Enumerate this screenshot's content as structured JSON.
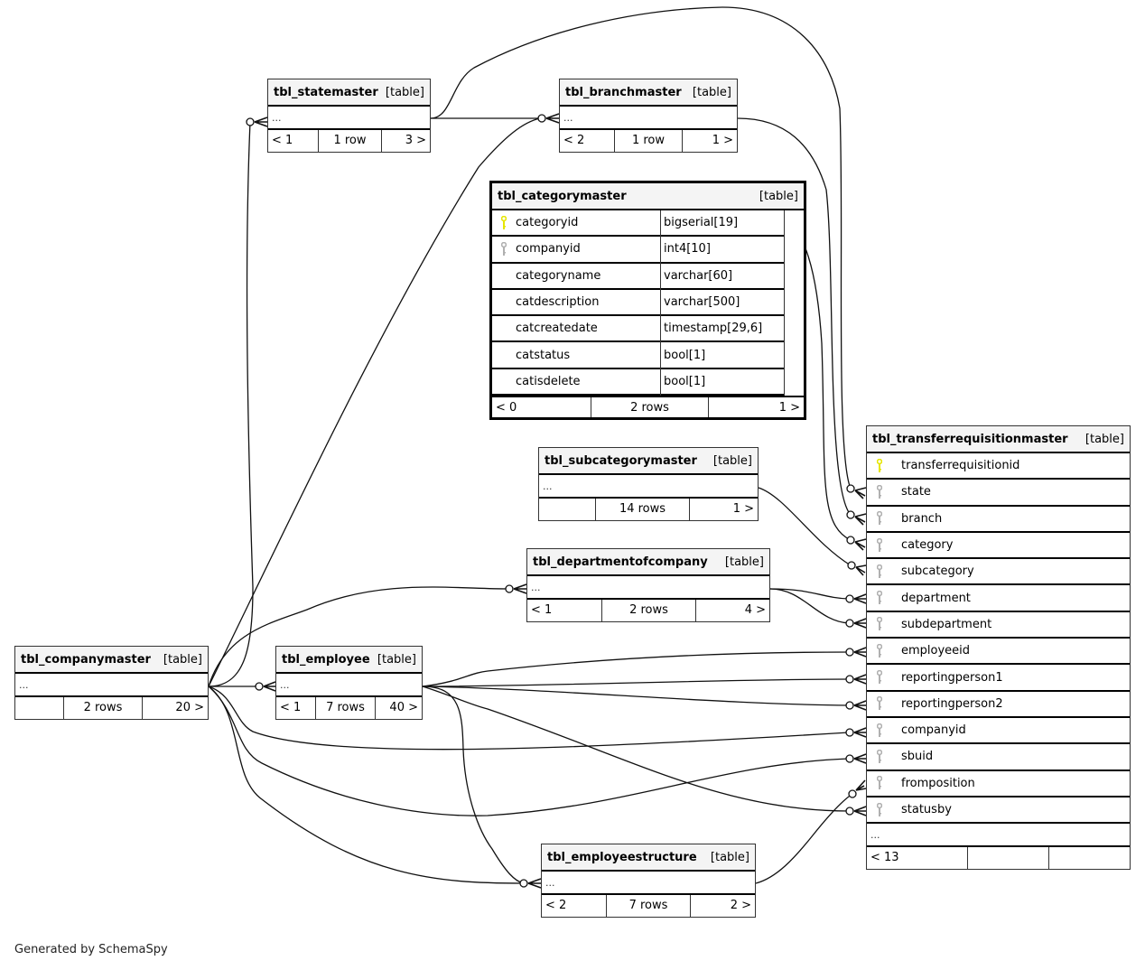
{
  "footer": {
    "generated_by": "Generated by SchemaSpy"
  },
  "tables": {
    "statemaster": {
      "name": "tbl_statemaster",
      "type": "[table]",
      "ellipsis": "...",
      "parents": "< 1",
      "rows": "1 row",
      "children": "3 >"
    },
    "branchmaster": {
      "name": "tbl_branchmaster",
      "type": "[table]",
      "ellipsis": "...",
      "parents": "< 2",
      "rows": "1 row",
      "children": "1 >"
    },
    "categorymaster": {
      "name": "tbl_categorymaster",
      "type": "[table]",
      "columns": [
        {
          "name": "categoryid",
          "datatype": "bigserial[19]",
          "key": "primary"
        },
        {
          "name": "companyid",
          "datatype": "int4[10]",
          "key": "foreign"
        },
        {
          "name": "categoryname",
          "datatype": "varchar[60]",
          "key": ""
        },
        {
          "name": "catdescription",
          "datatype": "varchar[500]",
          "key": ""
        },
        {
          "name": "catcreatedate",
          "datatype": "timestamp[29,6]",
          "key": ""
        },
        {
          "name": "catstatus",
          "datatype": "bool[1]",
          "key": ""
        },
        {
          "name": "catisdelete",
          "datatype": "bool[1]",
          "key": ""
        }
      ],
      "parents": "< 0",
      "rows": "2 rows",
      "children": "1 >"
    },
    "subcategorymaster": {
      "name": "tbl_subcategorymaster",
      "type": "[table]",
      "ellipsis": "...",
      "parents": "",
      "rows": "14 rows",
      "children": "1 >"
    },
    "departmentofcompany": {
      "name": "tbl_departmentofcompany",
      "type": "[table]",
      "ellipsis": "...",
      "parents": "< 1",
      "rows": "2 rows",
      "children": "4 >"
    },
    "companymaster": {
      "name": "tbl_companymaster",
      "type": "[table]",
      "ellipsis": "...",
      "parents": "",
      "rows": "2 rows",
      "children": "20 >"
    },
    "employee": {
      "name": "tbl_employee",
      "type": "[table]",
      "ellipsis": "...",
      "parents": "< 1",
      "rows": "7 rows",
      "children": "40 >"
    },
    "employeestructure": {
      "name": "tbl_employeestructure",
      "type": "[table]",
      "ellipsis": "...",
      "parents": "< 2",
      "rows": "7 rows",
      "children": "2 >"
    },
    "transferrequisitionmaster": {
      "name": "tbl_transferrequisitionmaster",
      "type": "[table]",
      "columns": [
        {
          "name": "transferrequisitionid",
          "key": "primary"
        },
        {
          "name": "state",
          "key": "foreign"
        },
        {
          "name": "branch",
          "key": "foreign"
        },
        {
          "name": "category",
          "key": "foreign"
        },
        {
          "name": "subcategory",
          "key": "foreign"
        },
        {
          "name": "department",
          "key": "foreign"
        },
        {
          "name": "subdepartment",
          "key": "foreign"
        },
        {
          "name": "employeeid",
          "key": "foreign"
        },
        {
          "name": "reportingperson1",
          "key": "foreign"
        },
        {
          "name": "reportingperson2",
          "key": "foreign"
        },
        {
          "name": "companyid",
          "key": "foreign"
        },
        {
          "name": "sbuid",
          "key": "foreign"
        },
        {
          "name": "fromposition",
          "key": "foreign"
        },
        {
          "name": "statusby",
          "key": "foreign"
        }
      ],
      "ellipsis": "...",
      "parents": "< 13",
      "rows": "",
      "children": ""
    }
  },
  "colors": {
    "primary_key": "#e6e600",
    "foreign_key": "#b0b0b0",
    "header_bg": "#f4f4f4",
    "line": "#000000"
  }
}
